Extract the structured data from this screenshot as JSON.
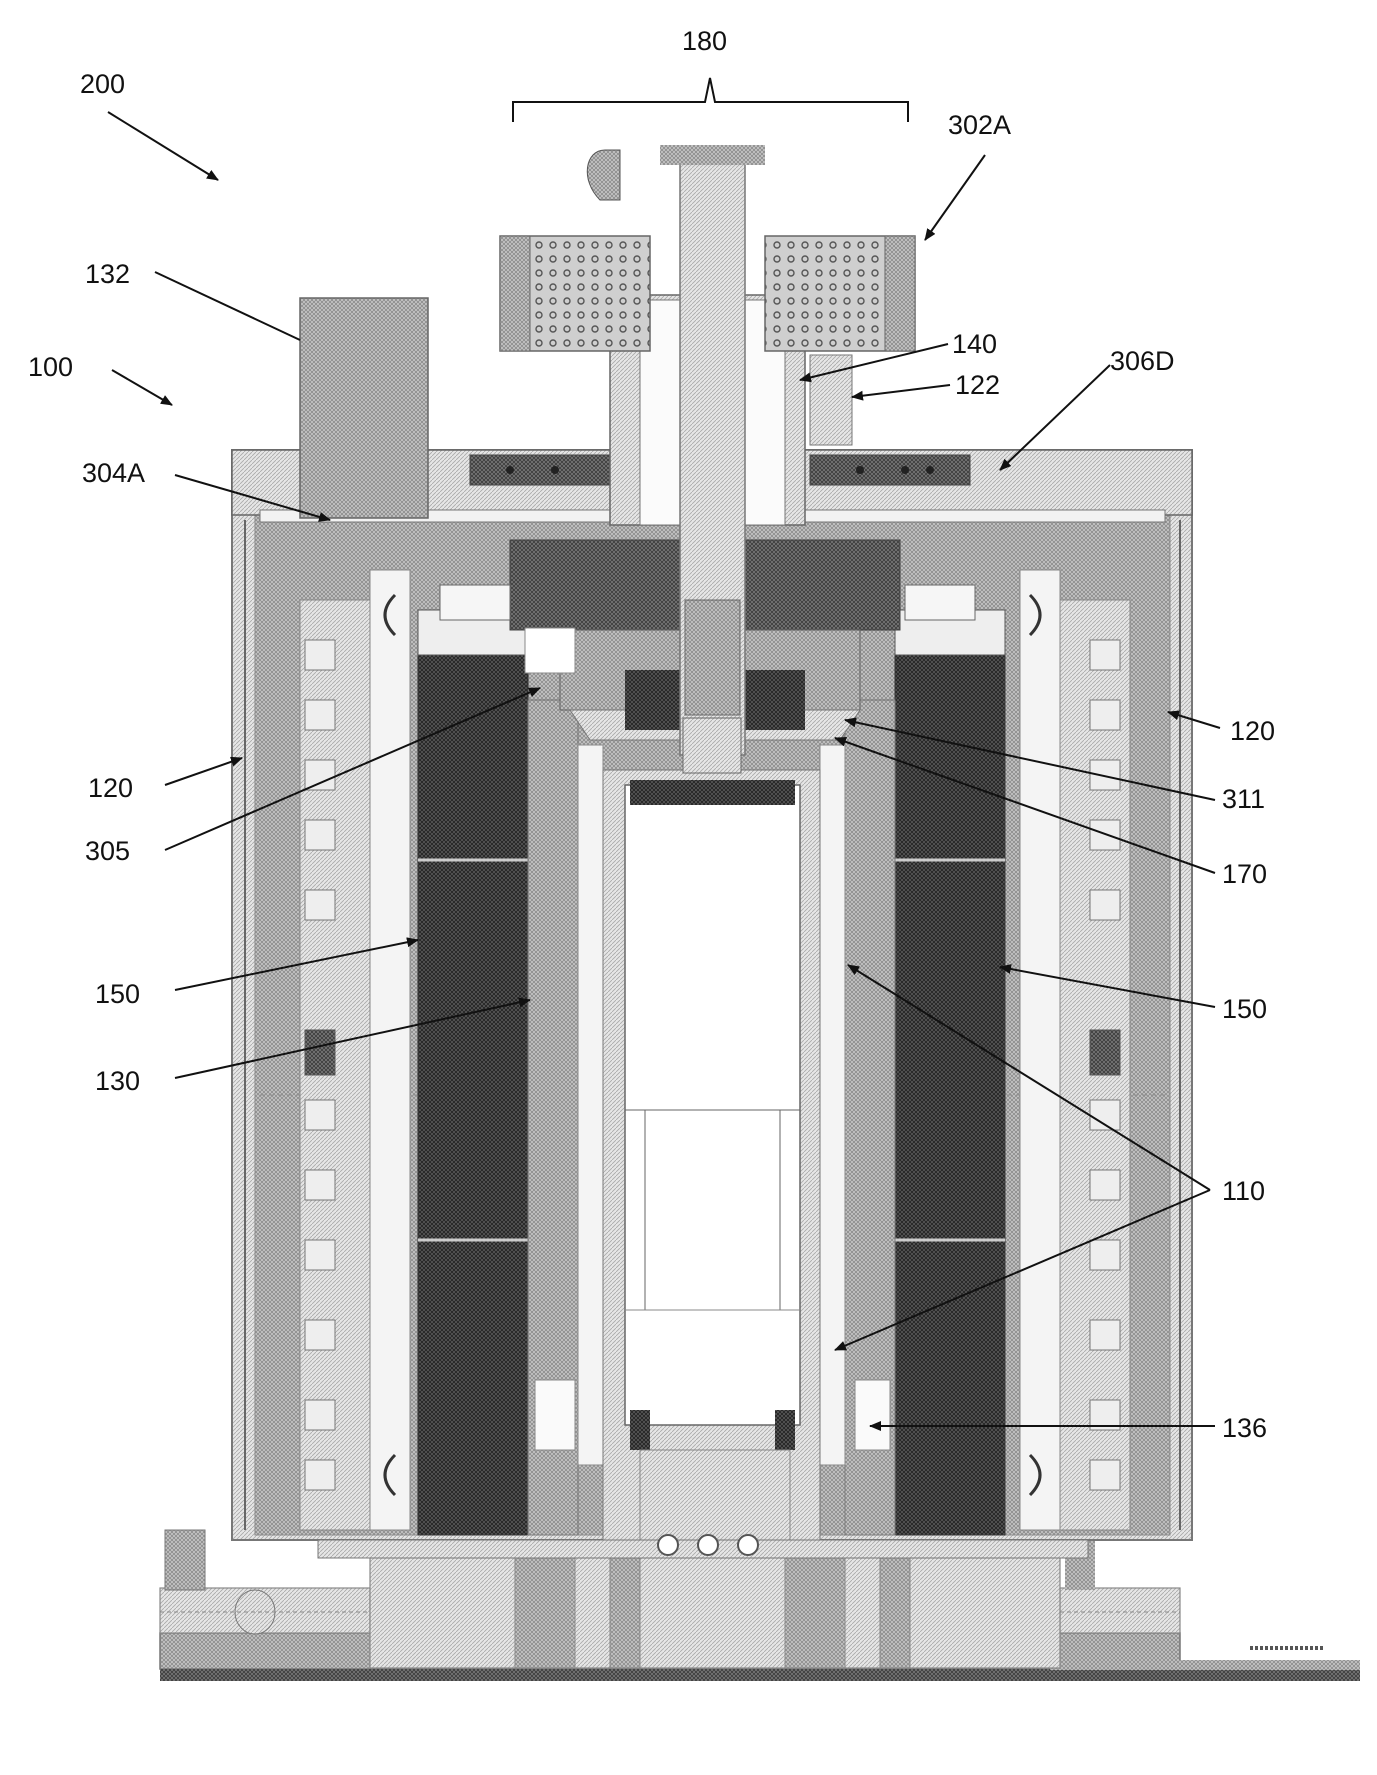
{
  "figure": {
    "labels": {
      "l200": "200",
      "l180": "180",
      "l302A": "302A",
      "l132": "132",
      "l100": "100",
      "l140": "140",
      "l122": "122",
      "l306D": "306D",
      "l304A": "304A",
      "l120_right": "120",
      "l120_left": "120",
      "l311": "311",
      "l305": "305",
      "l170": "170",
      "l150_left": "150",
      "l150_right": "150",
      "l130": "130",
      "l110": "110",
      "l136": "136"
    }
  }
}
